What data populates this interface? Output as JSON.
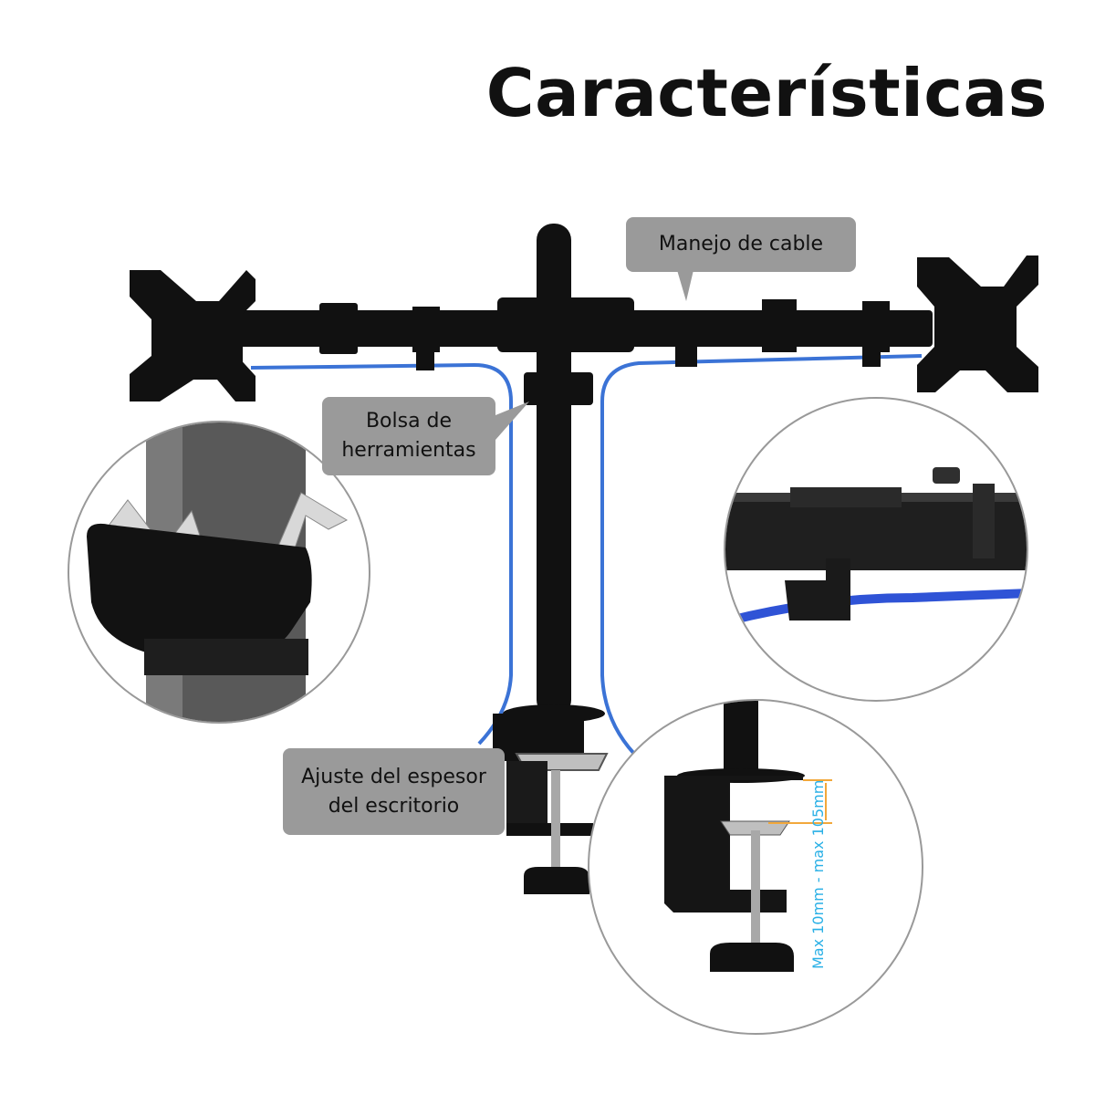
{
  "title": "Características",
  "callouts": {
    "cable_management": "Manejo de cable",
    "tool_bag": "Bolsa de\nherramientas",
    "desk_thickness": "Ajuste del espesor\ndel escritorio"
  },
  "dimension_label": "Max 10mm - max 105mm",
  "colors": {
    "callout_bg": "#9a9a9a",
    "mount": "#111111",
    "cable": "#3b73d6",
    "dimension": "#2ab0e6"
  }
}
